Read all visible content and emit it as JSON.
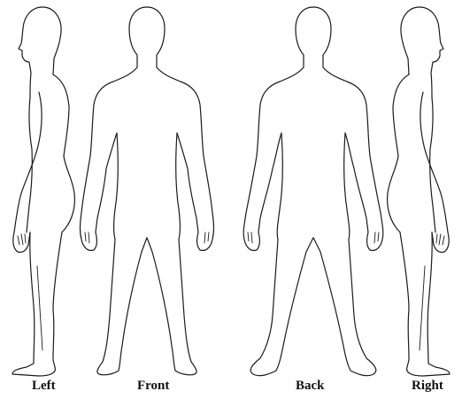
{
  "views": [
    {
      "id": "left",
      "label": "Left"
    },
    {
      "id": "front",
      "label": "Front"
    },
    {
      "id": "back",
      "label": "Back"
    },
    {
      "id": "right",
      "label": "Right"
    }
  ]
}
